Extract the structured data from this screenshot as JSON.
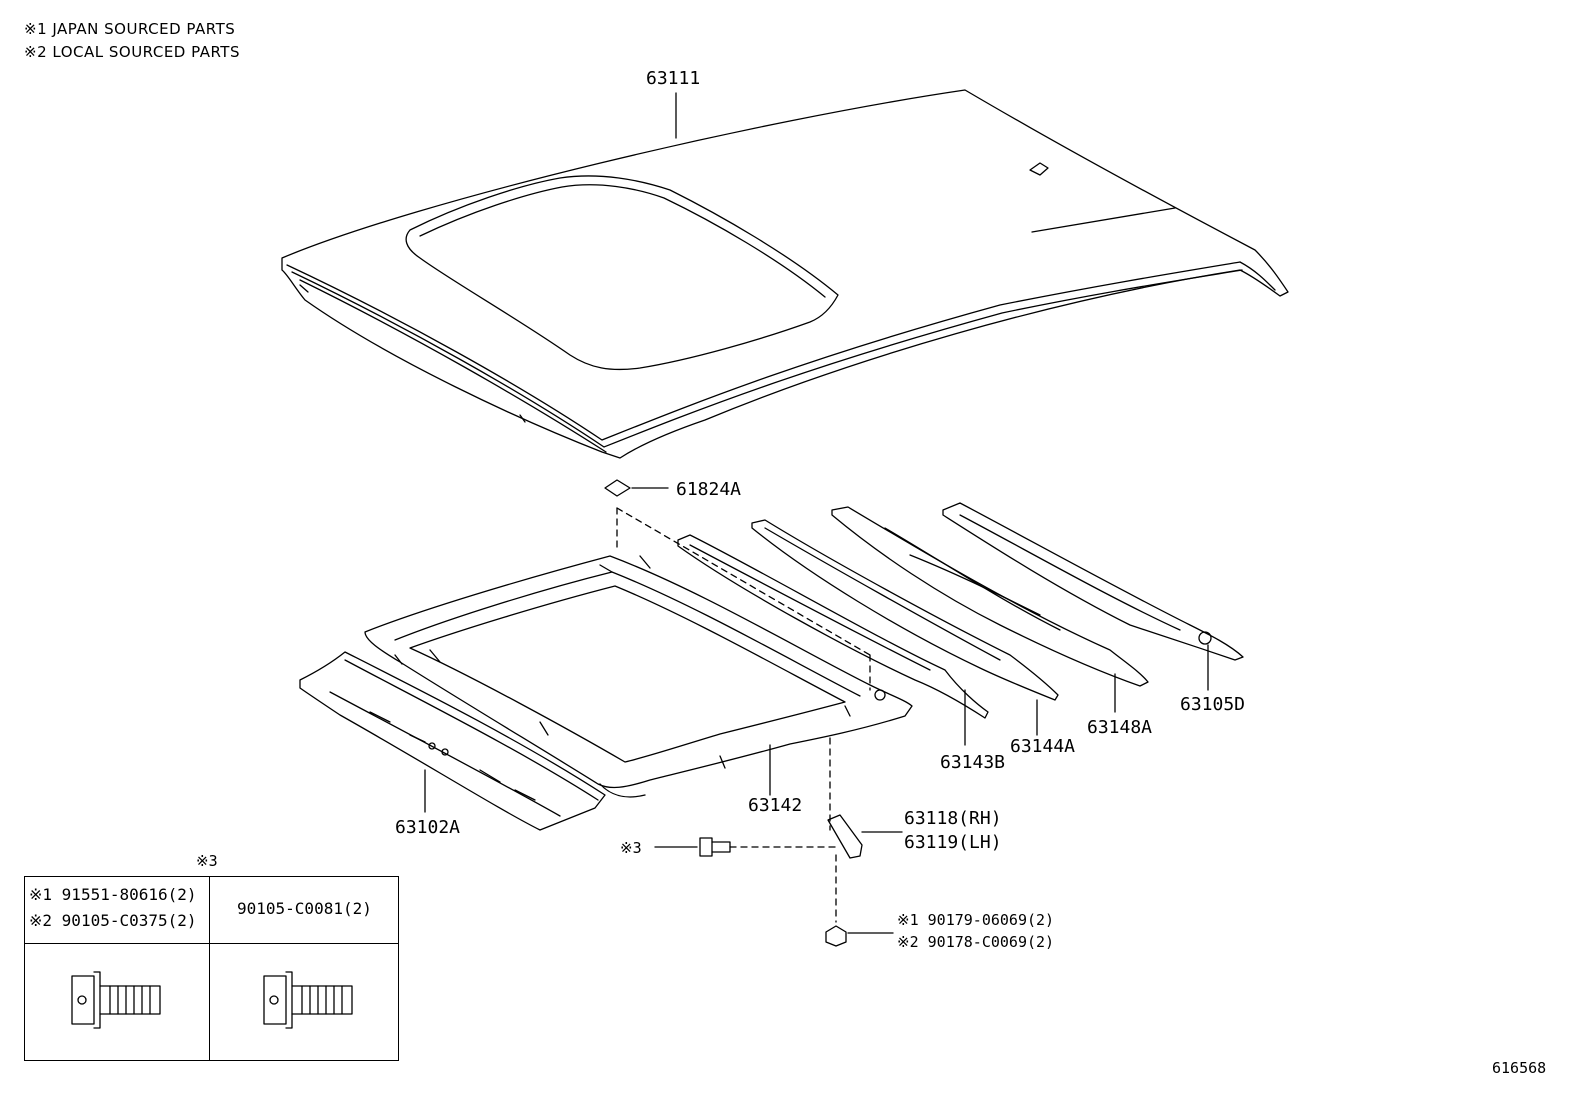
{
  "notes": [
    "※1 JAPAN SOURCED PARTS",
    "※2 LOCAL SOURCED PARTS"
  ],
  "labels": {
    "p63111": "63111",
    "p61824A": "61824A",
    "p63105D": "63105D",
    "p63148A": "63148A",
    "p63144A": "63144A",
    "p63143B": "63143B",
    "p63142": "63142",
    "p63102A": "63102A",
    "p63118": "63118(RH)",
    "p63119": "63119(LH)",
    "ref3": "※3",
    "nut1": "※1 90179-06069(2)",
    "nut2": "※2 90178-C0069(2)"
  },
  "table": {
    "header": "※3",
    "left_line1": "※1 91551-80616(2)",
    "left_line2": "※2 90105-C0375(2)",
    "right_line1": "90105-C0081(2)"
  },
  "diagram_id": "616568"
}
